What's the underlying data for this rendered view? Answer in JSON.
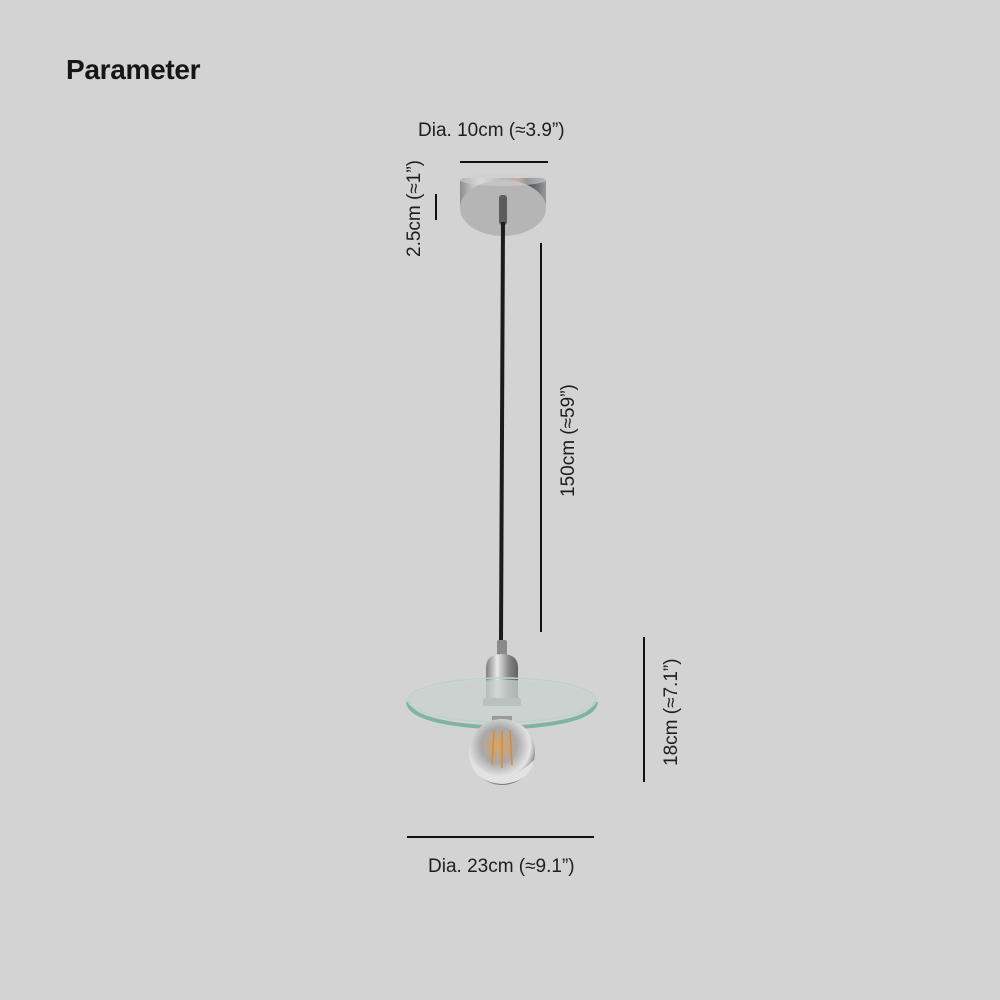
{
  "heading": "Parameter",
  "product": {
    "name": "pendant-lamp",
    "canopy_color": "#b8b8b8",
    "cord_color": "#1b1b1b",
    "shade_glass_color": "#9fc2b8",
    "bulb_color": "#c9c9c9"
  },
  "dimensions": {
    "canopy_diameter": "Dia. 10cm (≈3.9”)",
    "canopy_height": "2.5cm (≈1”)",
    "cord_length": "150cm (≈59”)",
    "shade_height": "18cm (≈7.1”)",
    "shade_diameter": "Dia. 23cm (≈9.1”)"
  }
}
